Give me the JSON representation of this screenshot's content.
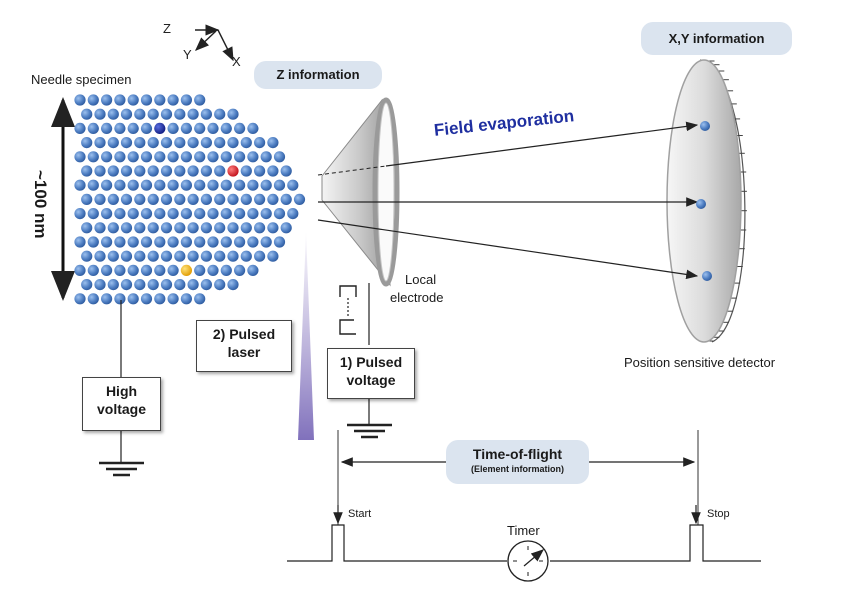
{
  "axes": {
    "z": "Z",
    "y": "Y",
    "x": "X"
  },
  "labels": {
    "needle_specimen": "Needle specimen",
    "size": "~100 nm",
    "z_information": "Z information",
    "xy_information": "X,Y information",
    "field_evaporation": "Field evaporation",
    "local_electrode_line1": "Local",
    "local_electrode_line2": "electrode",
    "detector": "Position sensitive detector",
    "timer": "Timer",
    "start": "Start",
    "stop": "Stop",
    "tof_title": "Time-of-flight",
    "tof_sub": "(Element information)"
  },
  "boxes": {
    "high_voltage": {
      "line1": "High",
      "line2": "voltage"
    },
    "pulsed_laser": {
      "line1": "2) Pulsed",
      "line2": "laser"
    },
    "pulsed_voltage": {
      "line1": "1) Pulsed",
      "line2": "voltage"
    }
  },
  "colors": {
    "atom": "#4f7fc3",
    "atom_dark": "#2d5a9e",
    "atom_blue_highlight": "#1a2fa0",
    "atom_red_highlight": "#e0202a",
    "atom_yellow_highlight": "#f2b616",
    "field_evaporation_text": "#1f2fa0",
    "pill_bg": "#dbe4ef",
    "laser": "#8a78c0"
  },
  "icons": {
    "ground": "ground-symbol-icon",
    "timer": "stopwatch-icon",
    "pulse": "pulse-waveform-icon"
  }
}
